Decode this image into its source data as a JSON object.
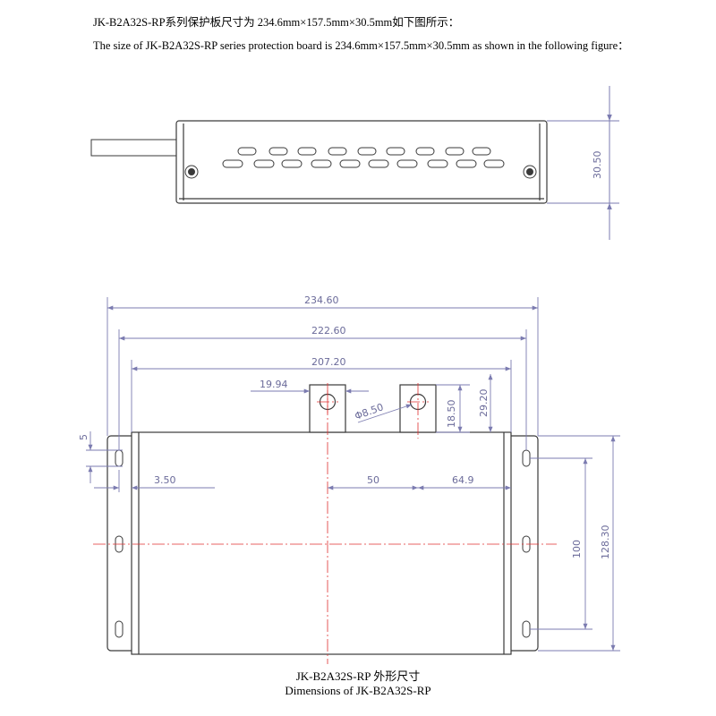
{
  "header": {
    "line_cn": "JK-B2A32S-RP系列保护板尺寸为 234.6mm×157.5mm×30.5mm如下图所示：",
    "line_en": "The size of JK-B2A32S-RP series protection board is 234.6mm×157.5mm×30.5mm as shown in the following figure："
  },
  "side_view": {
    "height_dim": "30.50"
  },
  "top_view": {
    "dims": {
      "overall_width": "234.60",
      "flange_holes": "222.60",
      "body_width": "207.20",
      "terminal_offset": "19.94",
      "hole_diameter": "Φ8.50",
      "terminal_height": "18.50",
      "terminal_total": "29.20",
      "slot_height": "5",
      "edge_offset": "3.50",
      "terminal_spacing": "50",
      "right_offset": "64.9",
      "hole_spacing": "100",
      "overall_height": "128.30"
    }
  },
  "caption": {
    "line_cn": "JK-B2A32S-RP 外形尺寸",
    "line_en": "Dimensions of JK-B2A32S-RP"
  },
  "colors": {
    "outline": "#3a3a3a",
    "dimension": "#7b7bb0",
    "centerline": "#e03030"
  }
}
